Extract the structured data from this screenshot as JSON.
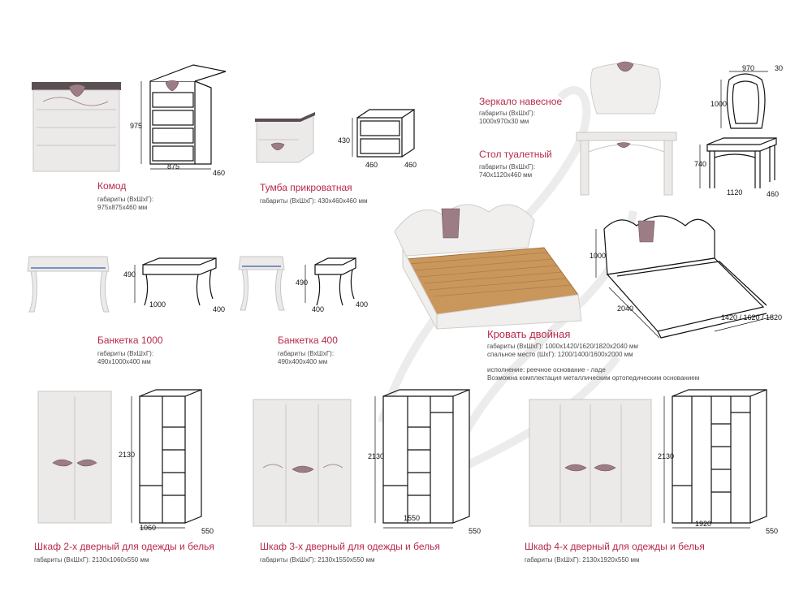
{
  "colors": {
    "title": "#b8294b",
    "text": "#4a4a4a",
    "furniture": "#eceae8",
    "ornament": "#9c7d86"
  },
  "items": {
    "komod": {
      "title": "Комод",
      "spec": "габариты (ВхШхГ):\n975х875х460 мм",
      "d_h": "975",
      "d_w": "875",
      "d_d": "460"
    },
    "tumba": {
      "title": "Тумба прикроватная",
      "spec": "габариты (ВхШхГ): 430х460х460 мм",
      "d_h": "430",
      "d_w": "460",
      "d_d": "460"
    },
    "zerkalo": {
      "title": "Зеркало навесное",
      "spec": "габариты (ВхШхГ):\n1000х970х30 мм",
      "d_h": "1000",
      "d_w": "970",
      "d_d": "30"
    },
    "stol": {
      "title": "Стол туалетный",
      "spec": "габариты (ВхШхГ):\n740х1120х460 мм",
      "d_h": "740",
      "d_w": "1120",
      "d_d": "460"
    },
    "bank1000": {
      "title": "Банкетка 1000",
      "spec": "габариты (ВхШхГ):\n490х1000х400 мм",
      "d_h": "490",
      "d_w": "1000",
      "d_d": "400"
    },
    "bank400": {
      "title": "Банкетка 400",
      "spec": "габариты (ВхШхГ):\n490х400х400 мм",
      "d_h": "490",
      "d_w": "400",
      "d_d": "400"
    },
    "krovat": {
      "title": "Кровать двойная",
      "spec": "габариты (ВхШхГ): 1000х1420/1620/1820х2040 мм\nспальное место (ШхГ): 1200/1400/1600х2000 мм",
      "spec2": "исполнение: реечное основание - ладе\nВозможна комплектация металлическим ортопедическим основанием",
      "d_h": "1000",
      "d_l": "2040",
      "d_w": "1420 / 1620 / 1820"
    },
    "shkaf2": {
      "title": "Шкаф 2-х дверный для одежды и белья",
      "spec": "габариты (ВхШхГ): 2130х1060х550 мм",
      "d_h": "2130",
      "d_w": "1060",
      "d_d": "550"
    },
    "shkaf3": {
      "title": "Шкаф 3-х дверный для одежды и белья",
      "spec": "габариты (ВхШхГ): 2130х1550х550 мм",
      "d_h": "2130",
      "d_w": "1550",
      "d_d": "550"
    },
    "shkaf4": {
      "title": "Шкаф 4-х дверный для одежды и белья",
      "spec": "габариты (ВхШхГ): 2130х1920х550 мм",
      "d_h": "2130",
      "d_w": "1920",
      "d_d": "550"
    }
  }
}
